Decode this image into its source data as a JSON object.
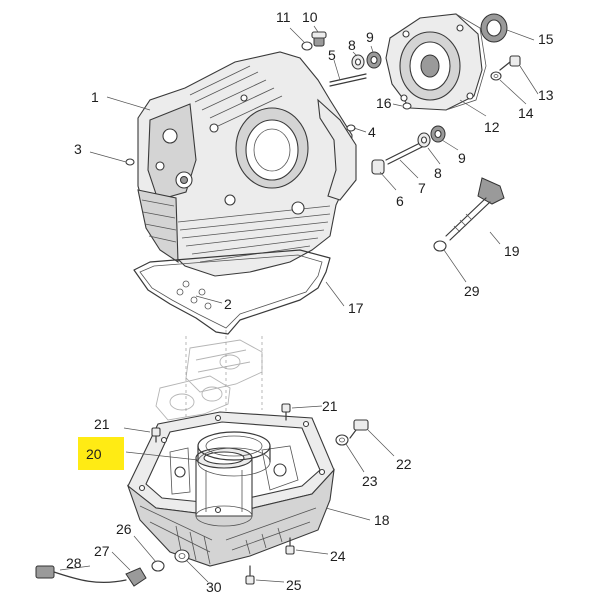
{
  "colors": {
    "highlight": "#ffeb14",
    "line": "#3a3a3a",
    "part_fill": "#ececec",
    "ghost": "#b5b5b5"
  },
  "callouts": {
    "c1": "1",
    "c2": "2",
    "c3": "3",
    "c4": "4",
    "c5": "5",
    "c6": "6",
    "c7": "7",
    "c8a": "8",
    "c8b": "8",
    "c9a": "9",
    "c9b": "9",
    "c10": "10",
    "c11": "11",
    "c12": "12",
    "c13": "13",
    "c14": "14",
    "c15": "15",
    "c16": "16",
    "c17": "17",
    "c18": "18",
    "c19": "19",
    "c20": "20",
    "c21a": "21",
    "c21b": "21",
    "c22": "22",
    "c23": "23",
    "c24": "24",
    "c25": "25",
    "c26": "26",
    "c27": "27",
    "c28": "28",
    "c29": "29",
    "c30": "30"
  },
  "highlighted_part": "20"
}
